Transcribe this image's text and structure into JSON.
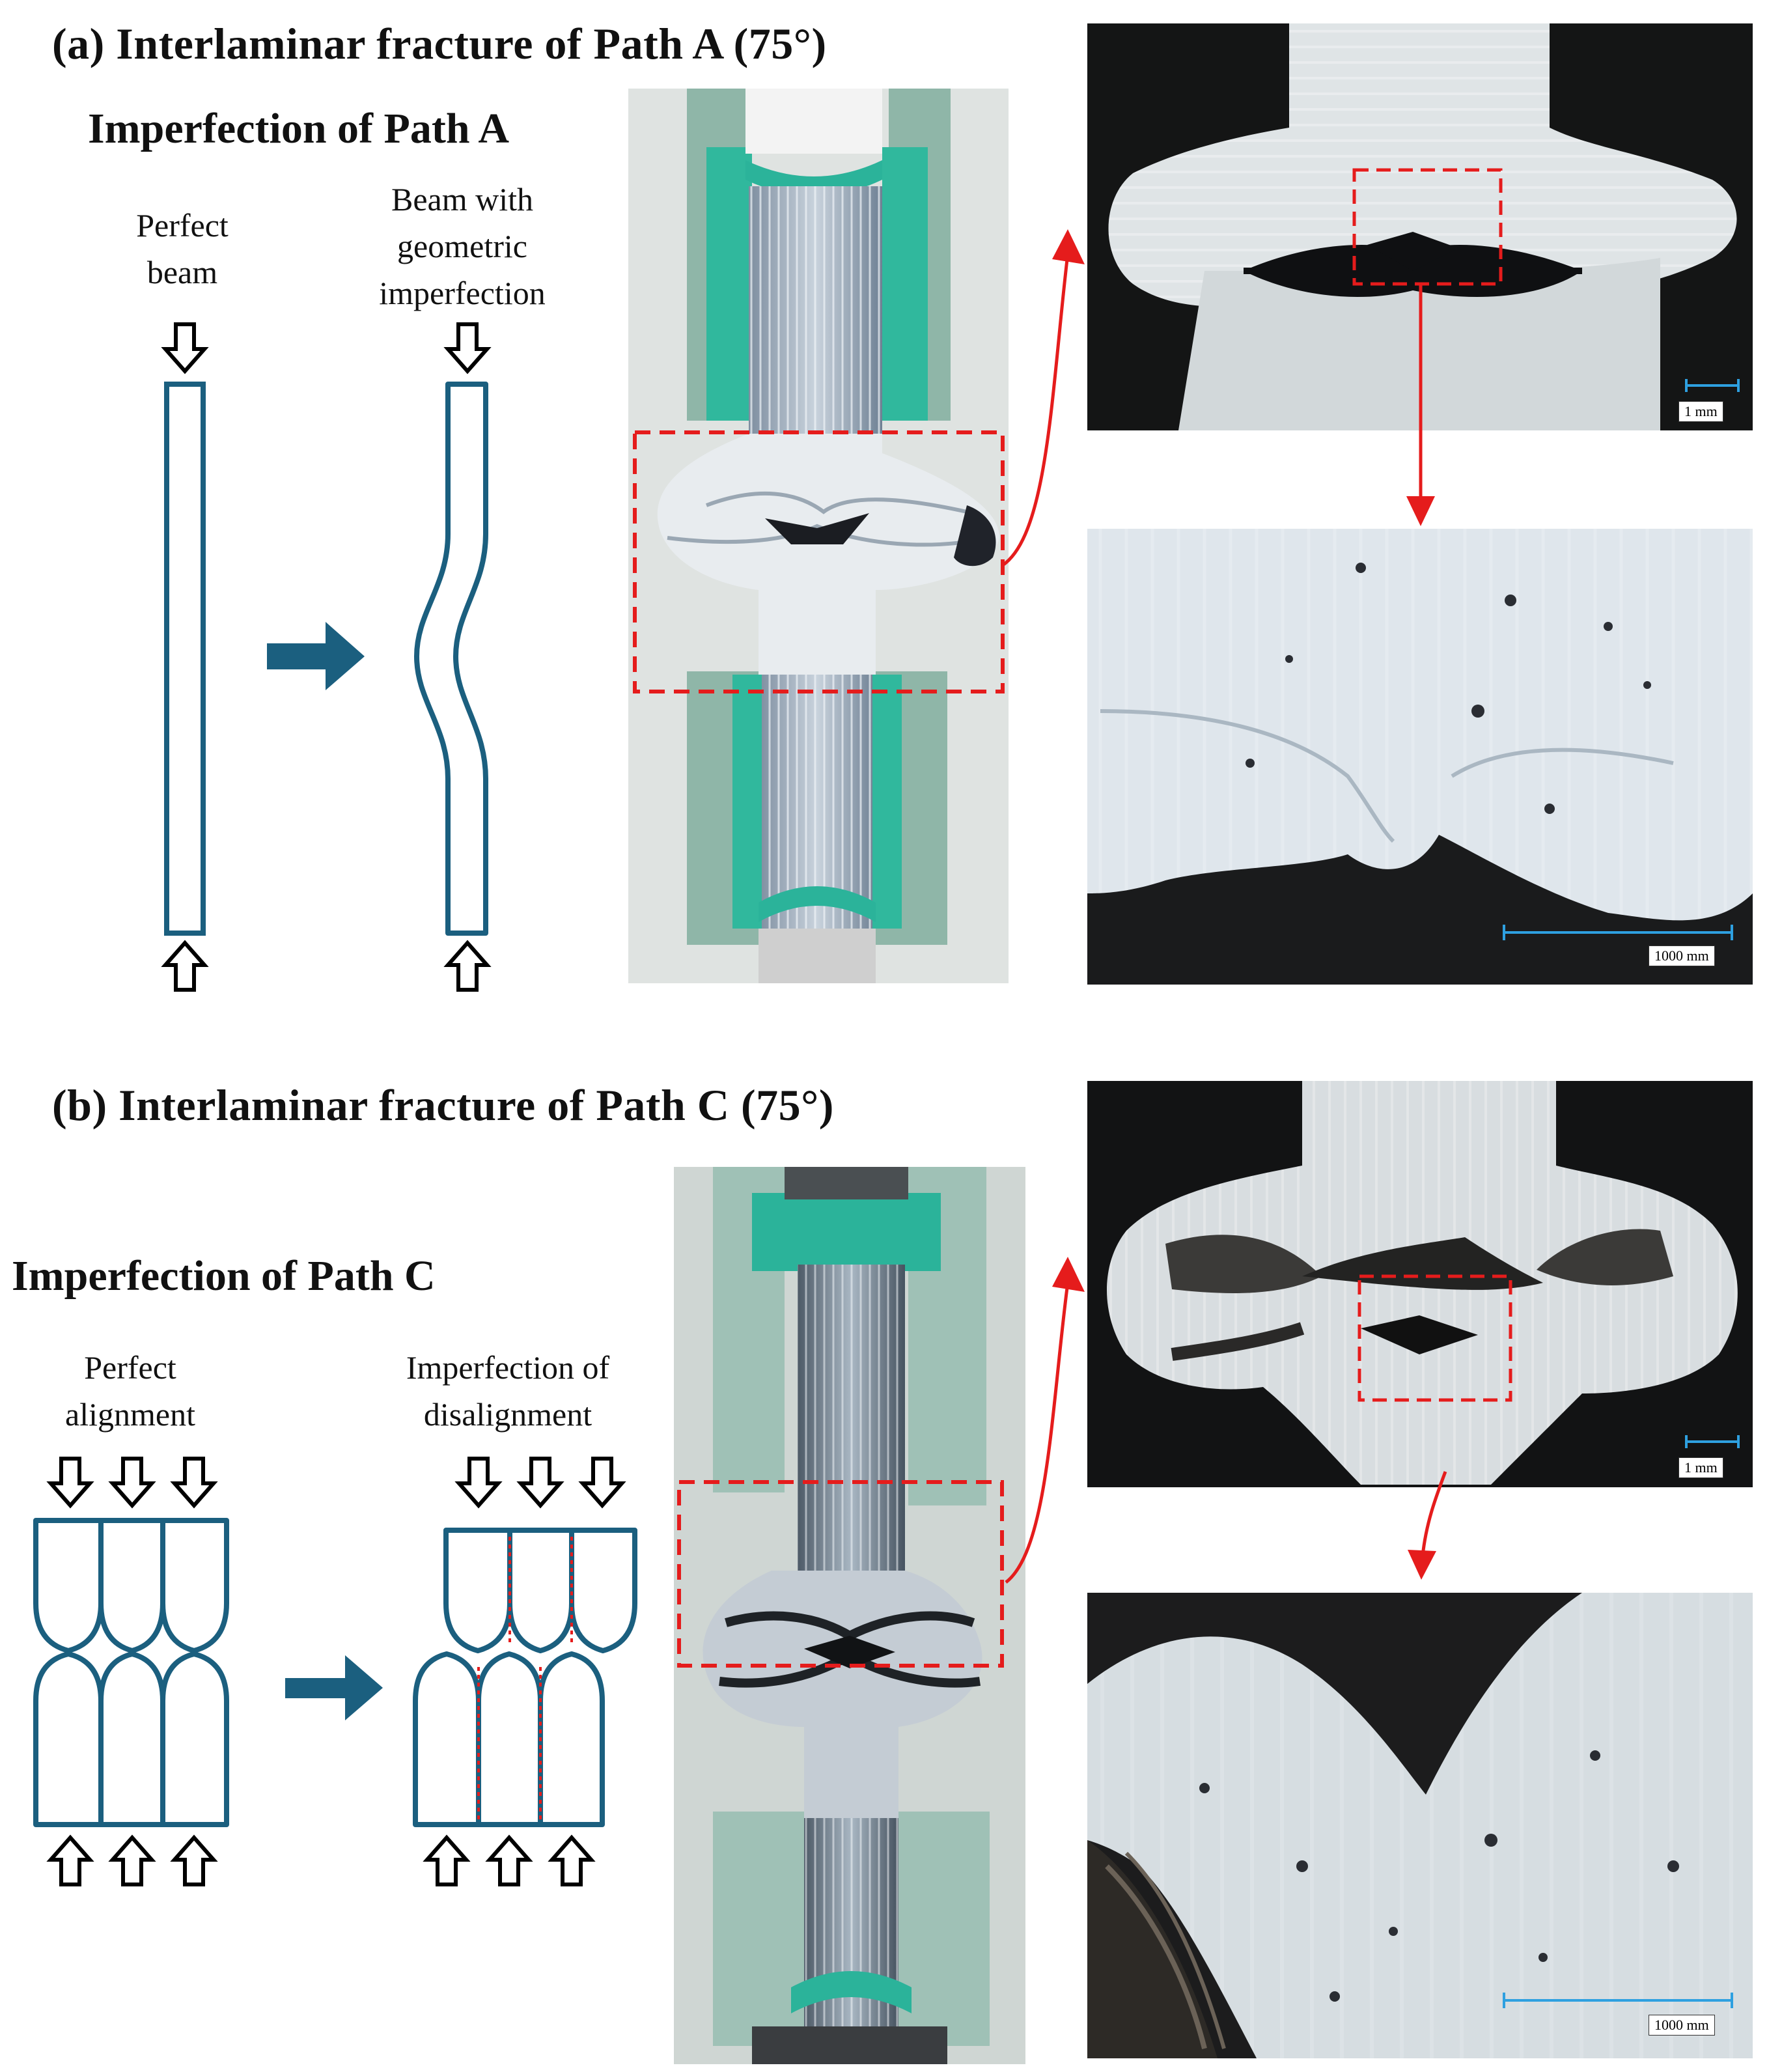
{
  "panel_a": {
    "title": "(a) Interlaminar  fracture of Path A (75°)",
    "subtitle": "Imperfection of Path A",
    "label_perfect": "Perfect beam",
    "label_imperfect": "Beam with geometric imperfection",
    "scale_top": "1 mm",
    "scale_bottom": "1000 mm"
  },
  "panel_b": {
    "title": "(b) Interlaminar  fracture of Path C (75°)",
    "subtitle": "Imperfection of Path C",
    "label_perfect": "Perfect alignment",
    "label_imperfect": "Imperfection of disalignment",
    "scale_top": "1 mm",
    "scale_bottom": "1000 mm"
  },
  "colors": {
    "outline": "#1b5f7f",
    "arrow_fill": "#1b5f7f",
    "annotation": "#e51c1c",
    "scale_bar": "#2ea0e0",
    "grip_green": "#2bb39a"
  }
}
